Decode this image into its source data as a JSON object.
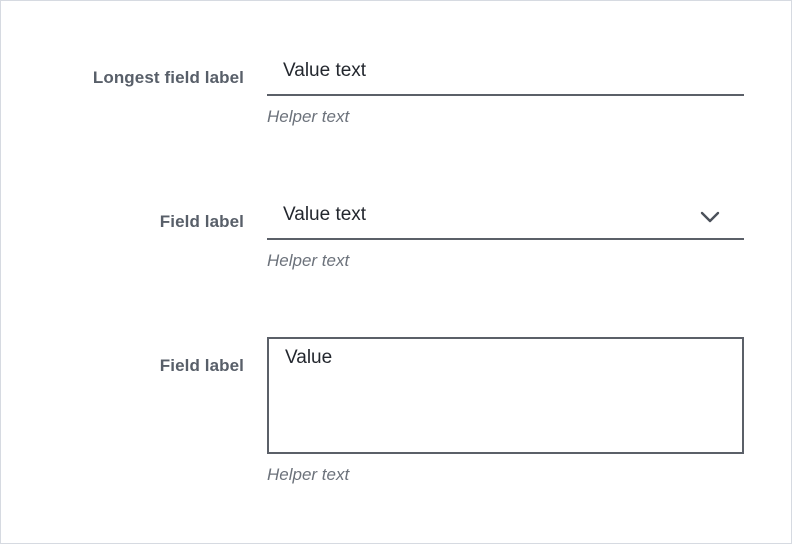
{
  "form": {
    "fields": [
      {
        "type": "text-input",
        "label": "Longest field label",
        "value": "Value text",
        "helper": "Helper text"
      },
      {
        "type": "select",
        "label": "Field label",
        "value": "Value text",
        "helper": "Helper text",
        "icon": "chevron-down-icon"
      },
      {
        "type": "textarea",
        "label": "Field label",
        "value": "Value",
        "helper": "Helper text"
      }
    ]
  },
  "colors": {
    "page_border": "#d6dae1",
    "label_text": "#585f69",
    "value_text": "#23272e",
    "helper_text": "#6c727b",
    "input_line": "#5b6068",
    "background": "#ffffff"
  }
}
